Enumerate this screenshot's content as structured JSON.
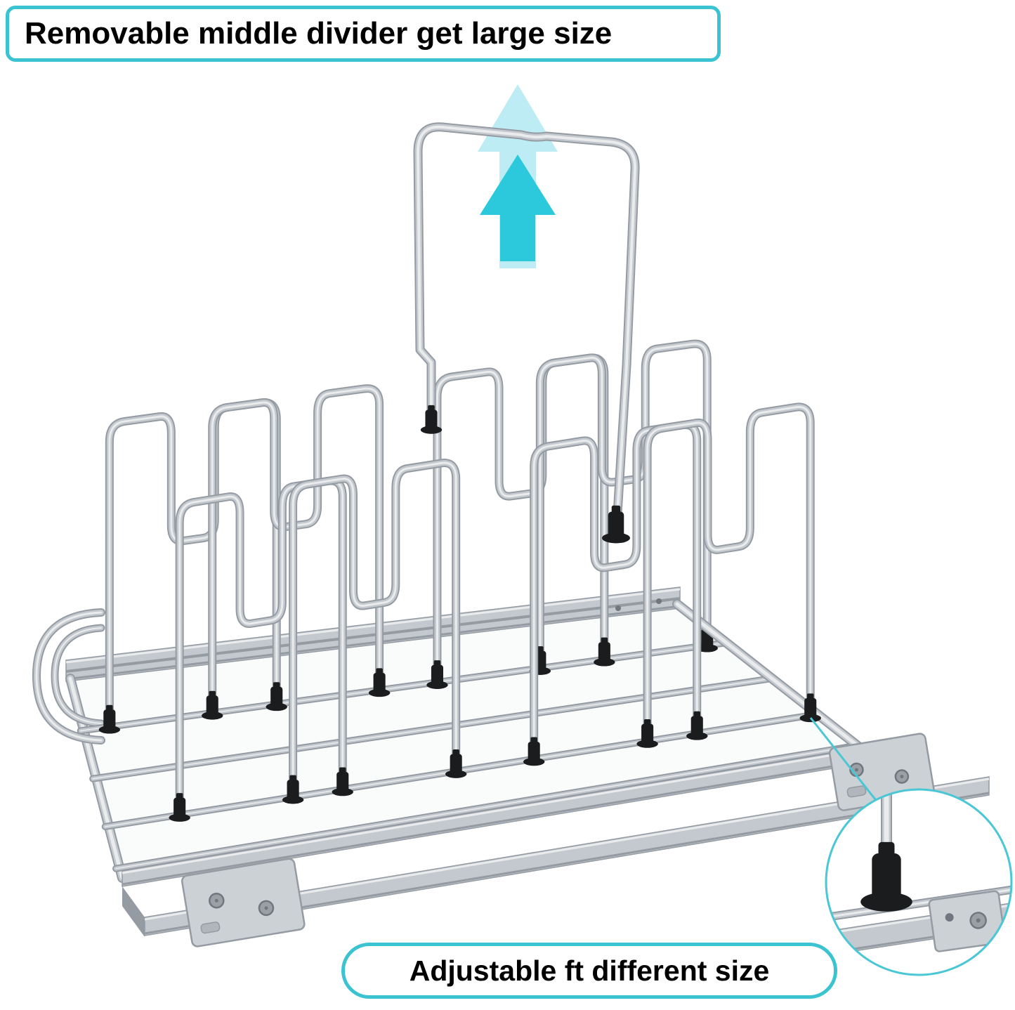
{
  "callouts": {
    "top": {
      "text": "Removable middle divider get large size"
    },
    "bottom": {
      "text": "Adjustable ft different size"
    }
  },
  "figure": {
    "description": "Pull-out metal rack organizer with wire dividers; middle divider lifted out upward; zoom circle showing adjustable clamp foot on rod"
  },
  "icons": {
    "up_arrow_light": "up-arrow-light-icon",
    "up_arrow_solid": "up-arrow-solid-icon",
    "detail_zoom": "detail-zoom-circle"
  },
  "colors": {
    "accent": "#3bc3d2",
    "accent_line": "#49c7d5",
    "arrow_solid": "#2cc9dc",
    "arrow_light": "#b9ebf4",
    "metal": "#c3c9ce",
    "metal_light": "#e9ebed",
    "metal_dark": "#949ba2",
    "bracket": "#ccd1d5",
    "screw": "#9aa0a6",
    "screw_edge": "#70777e",
    "foot": "#1b1c1e",
    "background": "#ffffff",
    "text": "#000000"
  }
}
